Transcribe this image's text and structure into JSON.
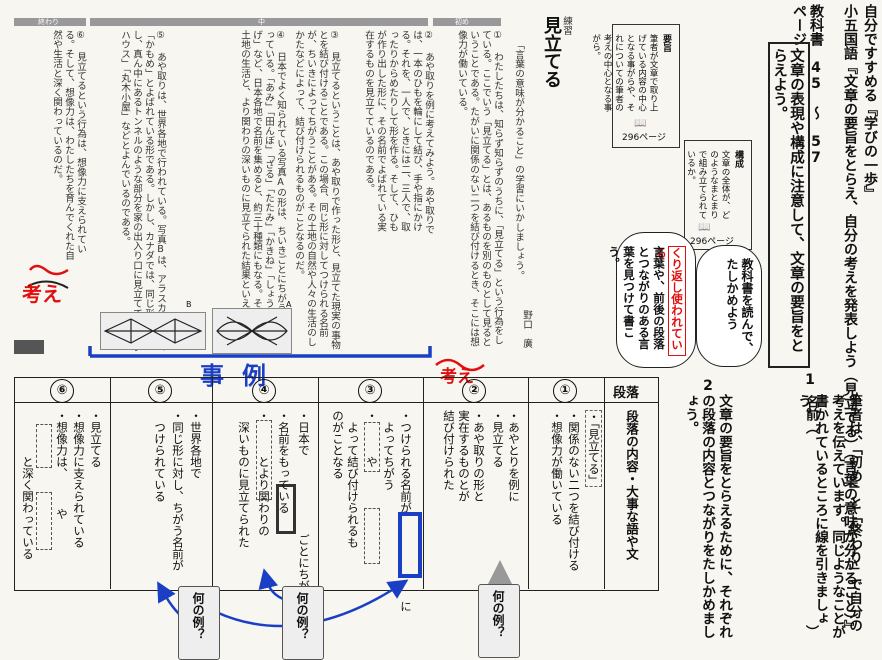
{
  "header": {
    "line1": "自分ですすめる『学びの一歩』",
    "line2": "小五国語『文章の要旨をとらえ、自分の考えを発表しよう（見立てる）（言葉の意味が分かること）』",
    "textbook": "教科書　45　〜　57　ページ",
    "name_label": "名前（",
    "name_close": "）"
  },
  "goal": "文章の表現や構成に注意して、文章の要旨をとらえよう。",
  "tasks": {
    "t1_num": "1",
    "t1": "筆者は、「初め」と「終わり」で自分の考えを伝えています。同じようなことが書かれているところに線を引きましょう。",
    "t2_num": "2",
    "t2": "文章の要旨をとらえるために、それぞれの段落の内容とつながりをたしかめましょう。"
  },
  "notes": {
    "youshi_title": "要旨",
    "youshi_body": "筆者が文章で取り上げている内容の中心となる事がらや、それについての筆者の考えの中心となる事がら。",
    "youshi_page": "296ページ",
    "kousei_title": "構成",
    "kousei_body": "文章の全体が、どのようなまとまりで組み立てられているか。",
    "kousei_page": "296ページ"
  },
  "bubbles": {
    "b1": "教科書を読んで、たしかめよう",
    "b2_red": "くり返し使われている",
    "b2": "言葉や、前後の段落とつながりのある言葉を見つけて書こう。"
  },
  "passage": {
    "title": "見立てる",
    "author": "野口　廣",
    "practice_label": "練習",
    "practice": "「言葉の意味が分かること」の学習にいかしましょう。",
    "section_start": "初め",
    "section_middle": "中",
    "section_end": "終わり",
    "paragraphs": [
      "① わたしたちは、知らず知らずのうちに、「見立てる」という行為をしている。ここでいう「見立てる」とは、あるものを別のものとして見るということである。たがいに関係のない二つを結び付けるとき、そこには想像力が働いている。",
      "② あや取りを例に考えてみよう。あや取りでは、一本のひもを輪にして結び、手や指にかける。それを、一人で、ときには二、三人で、取ったりからめたりして形を作る。そして、ひもが作り出した形に、その名前でよばれている実在するものを見立てているのである。",
      "③ 見立てるということは、あや取りで作った形と、見立てた現実の事物とを結び付けることである。この場合、同じ形に対してつけられる名前が、ちいきによってちがうことがある。その土地の自然や人々の生活のしかたなどによって、結び付けられるものがことなるのだ。",
      "④ 日本でよく知られている写真Aの形は、ちいきごとにちがう名前をもっている。「あみ」「田んぼ」「ざる」「たたみ」「かきね」「しょうじ」「油あげ」など、日本各地で名前を集めると、約三十種類にもなる。それぞれの土地の生活と、より関わりの深いものに見立てられた結果といえる。",
      "⑤ あや取りは、世界各地で行われている。写真Bは、アラスカの西部で「かもめ」とよばれている形である。しかし、カナダでは、同じ形に対し、真ん中にあるトンネルのような部分を家の出入り口に見立てて、「ログハウス」「丸木小屋」などとよんでいるのである。",
      "⑥ 見立てるという行為は、想像力に支えられている。そして、想像力は、わたしたちを育んでくれた自然や生活と深く関わっているのだ。"
    ],
    "photo_a": "A",
    "photo_b": "B"
  },
  "annotations": {
    "kangae1": "考え",
    "kangae2": "考え",
    "jirei": "事例",
    "nanno_rei": "何の例？"
  },
  "table": {
    "h_para": "段落",
    "h_content": "段落の内容・大事な語や文",
    "rows": [
      {
        "num": "①",
        "lines": [
          "・「見立てる」",
          "・関係のない二つを結び付ける",
          "・想像力が働いている"
        ]
      },
      {
        "num": "②",
        "lines": [
          "・あやとりを例に",
          "・見立てる",
          "・あや取りの形と実在するものとが結び付けられた"
        ]
      },
      {
        "num": "③",
        "lines": [
          "・つけられる名前が",
          "　よってちがう",
          "　　　　　　　に",
          "・　　　や",
          "　よって結び付けられるものがことなる"
        ]
      },
      {
        "num": "④",
        "lines": [
          "・日本で",
          "　　　　ごとにちがう",
          "・名前をもっている",
          "・　　　とより関わりの",
          "　深いものに見立てられた"
        ]
      },
      {
        "num": "⑤",
        "lines": [
          "・世界各地で",
          "・同じ形に対し、ちがう名前が",
          "　つけられている"
        ]
      },
      {
        "num": "⑥",
        "lines": [
          "・見立てる",
          "・想像力に支えられている",
          "・想像力は、　　　や",
          "　　　　と深く関わっている"
        ]
      }
    ]
  }
}
